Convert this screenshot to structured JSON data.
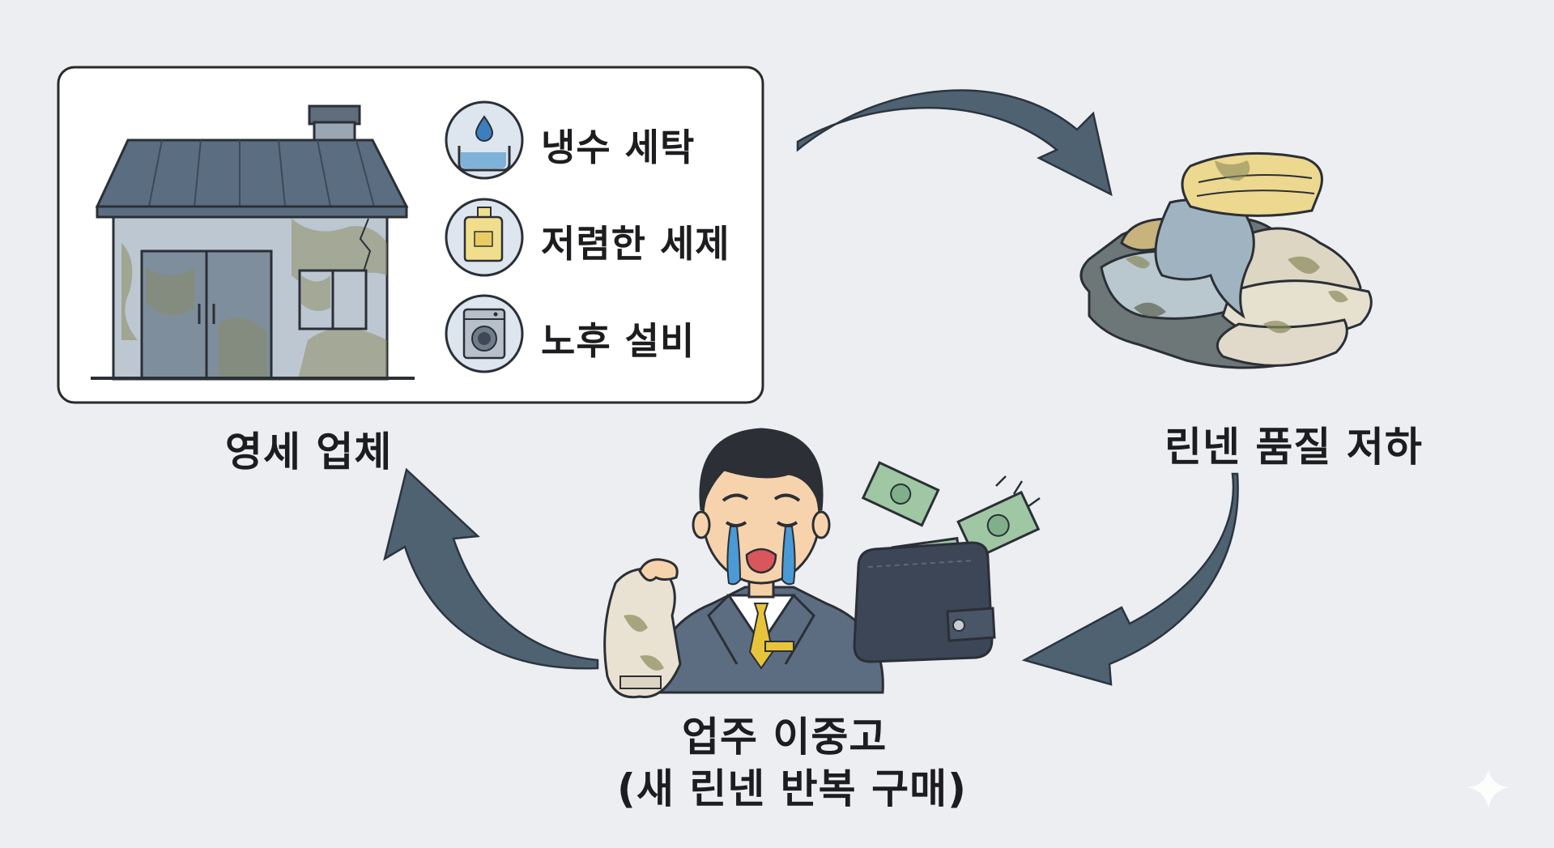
{
  "factors": [
    {
      "label": "냉수 세탁",
      "icon": "water-drop-icon"
    },
    {
      "label": "저렴한 세제",
      "icon": "detergent-bottle-icon"
    },
    {
      "label": "노후 설비",
      "icon": "washing-machine-icon"
    }
  ],
  "nodes": {
    "vendor_label": "영세 업체",
    "linen_label": "린넨 품질 저하",
    "owner_label_line1": "업주 이중고",
    "owner_label_line2": "(새 린넨 반복 구매)"
  },
  "colors": {
    "arrow": "#4e6272",
    "background": "#eceef1",
    "stain": "#8a8a5c",
    "money": "#9fc7a3",
    "wallet": "#3c4656"
  }
}
